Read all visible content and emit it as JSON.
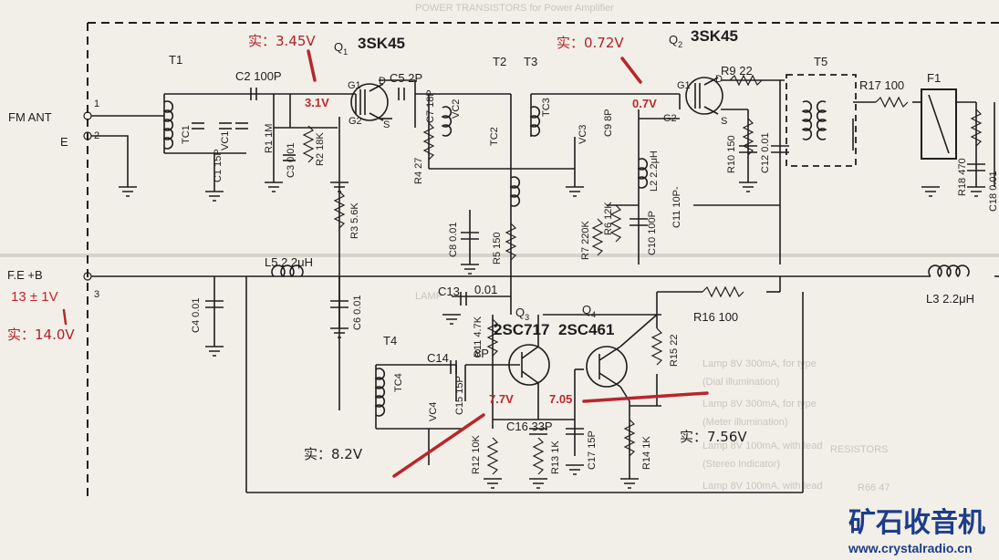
{
  "schematic": {
    "ports": {
      "fm_ant": "FM ANT",
      "e": "E",
      "feb": "F.E +B",
      "pin1": "1",
      "pin2": "2",
      "pin3": "3",
      "supply_nominal": "13 ± 1V"
    },
    "transistors": {
      "q1": {
        "ref": "Q",
        "sub": "1",
        "part": "3SK45",
        "g1": "G1",
        "g2": "G2",
        "d": "D",
        "s": "S"
      },
      "q2": {
        "ref": "Q",
        "sub": "2",
        "part": "3SK45",
        "g1": "G1",
        "g2": "G2",
        "d": "D",
        "s": "S"
      },
      "q3": {
        "ref": "Q",
        "sub": "3",
        "part": "2SC717"
      },
      "q4": {
        "ref": "Q",
        "sub": "4",
        "part": "2SC461"
      }
    },
    "components": {
      "t1": "T1",
      "t2": "T2",
      "t3": "T3",
      "t4": "T4",
      "t5": "T5",
      "f1": "F1",
      "c2": "C2 100P",
      "c5": "C5 2P",
      "c1": "C1 15P",
      "r1": "R1 1M",
      "c3": "C3 0.01",
      "r2": "R2 18K",
      "r3": "R3 5.6K",
      "r4": "R4 27",
      "c7": "C7 18P",
      "c8": "C8 0.01",
      "r5": "R5 150",
      "c9": "C9 8P",
      "r9": "R9 22",
      "r10": "R10 150",
      "c12": "C12 0.01",
      "r17": "R17 100",
      "r18": "R18 470",
      "c18": "C18 0.01",
      "l2": "L2 2.2μH",
      "c11": "C11 10P-",
      "r7": "R7 220K",
      "r6": "R6 12K",
      "c10": "C10 100P",
      "l5": "L5 2.2μH",
      "l3": "L3 2.2μH",
      "c4": "C4 0.01",
      "c6": "C6 0.01",
      "c13": "C13",
      "c13v": "0.01",
      "r16": "R16 100",
      "r11": "R11 4.7K",
      "r15": "R15 22",
      "c14": "C14",
      "c15": "C15 15P",
      "c16": "C16 33P",
      "c17": "C17 15P",
      "r12": "R12 10K",
      "r13": "R13 1K",
      "r14": "R14 1K",
      "tc1": "TC1",
      "vc1": "VC1",
      "tc2": "TC2",
      "vc2": "VC2",
      "tc3": "TC3",
      "vc3": "VC3",
      "tc4": "TC4",
      "vc4": "VC4",
      "cap_8p": "8P"
    },
    "printed_voltages": {
      "q1_g1": "3.1V",
      "q2_g1": "0.7V",
      "q3_e": "7.7V",
      "q4_b": "7.05"
    }
  },
  "measurements": {
    "q1": "实：3.45V",
    "q2": "实：0.72V",
    "supply": "实：14.0V",
    "q3": "实：8.2V",
    "q4": "实：7.56V"
  },
  "background_text": {
    "h1": "POWER TRANSISTORS for Power Amplifier",
    "h2": "RESISTORS",
    "h3": "LAMP",
    "r66": "R66 47",
    "rows": [
      "Lamp 8V 300mA, for type",
      "(Dial illumination)",
      "Lamp 8V 300mA, for type",
      "(Meter illumination)",
      "Lamp 8V 100mA, with lead",
      "(Stereo Indicator)",
      "Lamp 8V 100mA, with lead"
    ]
  },
  "watermark": {
    "name": "矿石收音机",
    "url": "www.crystalradio.cn"
  },
  "colors": {
    "annotation_red": "#c0262c",
    "watermark_blue": "#1c3d8a",
    "paper": "#f2efe8",
    "ink": "#1e1e1e"
  }
}
